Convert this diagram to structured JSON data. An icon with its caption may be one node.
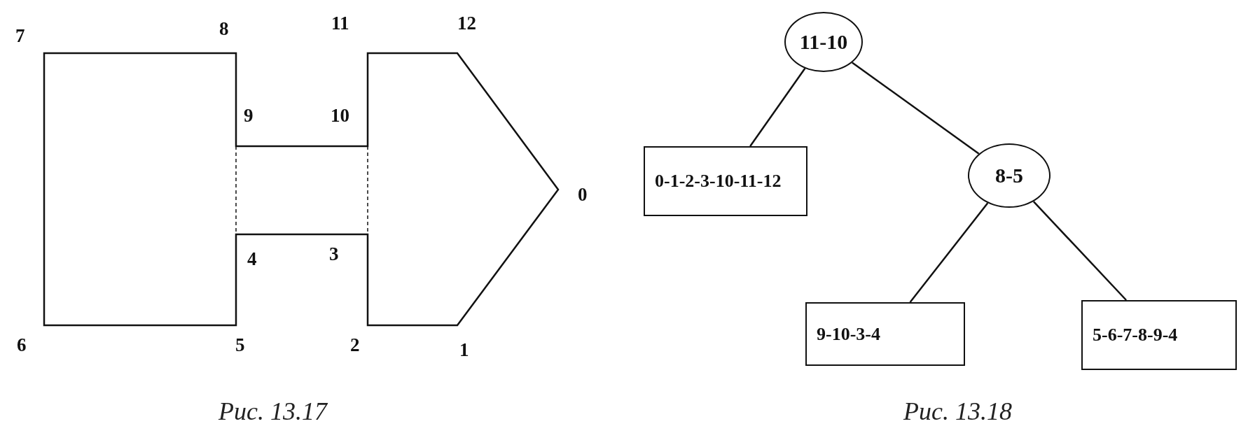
{
  "diagram": {
    "nodes": [
      {
        "text": [
          "11-10"
        ]
      },
      {
        "text": [
          "0-1-2-3-10-11-12"
        ]
      },
      {
        "text": [
          "8-5"
        ]
      },
      {
        "text": [
          "9-10-3-4"
        ]
      },
      {
        "text": [
          "5-6-7-8-9-4"
        ]
      }
    ],
    "edges": [
      {
        "from": 0,
        "to": 1,
        "arrow": "none"
      },
      {
        "from": 0,
        "to": 2,
        "arrow": "none"
      },
      {
        "from": 2,
        "to": 3,
        "arrow": "none"
      },
      {
        "from": 2,
        "to": 4,
        "arrow": "none"
      }
    ],
    "labels": [
      "7",
      "8",
      "11",
      "12",
      "9",
      "10",
      "0",
      "4",
      "3",
      "6",
      "5",
      "2",
      "1",
      "Рис. 13.17",
      "Рис. 13.18"
    ]
  }
}
